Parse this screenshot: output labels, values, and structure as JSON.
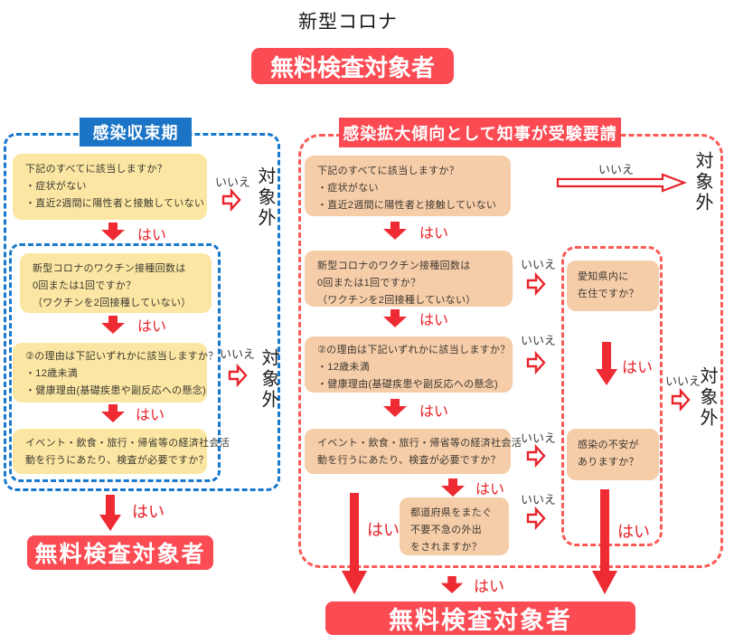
{
  "page": {
    "title": "新型コロナ",
    "banner": "無料検査対象者"
  },
  "labels": {
    "yes": "はい",
    "no": "いいえ",
    "excluded": "対象外"
  },
  "left": {
    "header": "感染収束期",
    "q1": {
      "lines": [
        "下記のすべてに該当しますか？",
        "・症状がない",
        "・直近2週間に陽性者と接触していない"
      ]
    },
    "q2": {
      "lines": [
        "新型コロナのワクチン接種回数は",
        "0回または1回ですか？",
        "（ワクチンを2回接種していない）"
      ]
    },
    "q3": {
      "lines": [
        "②の理由は下記いずれかに該当しますか？",
        "・12歳未満",
        "・健康理由(基礎疾患や副反応への懸念)"
      ]
    },
    "q4": {
      "lines": [
        "イベント・飲食・旅行・帰省等の経済社会活",
        "動を行うにあたり、検査が必要ですか？"
      ]
    },
    "result": "無料検査対象者"
  },
  "right": {
    "header": "感染拡大傾向として知事が受験要請",
    "q1": {
      "lines": [
        "下記のすべてに該当しますか？",
        "・症状がない",
        "・直近2週間に陽性者と接触していない"
      ]
    },
    "q2": {
      "lines": [
        "新型コロナのワクチン接種回数は",
        "0回または1回ですか？",
        "（ワクチンを2回接種していない）"
      ]
    },
    "q3": {
      "lines": [
        "②の理由は下記いずれかに該当しますか？",
        "・12歳未満",
        "・健康理由(基礎疾患や副反応への懸念)"
      ]
    },
    "q4": {
      "lines": [
        "イベント・飲食・旅行・帰省等の経済社会活",
        "動を行うにあたり、検査が必要ですか？"
      ]
    },
    "q5": {
      "lines": [
        "都道府県をまたぐ",
        "不要不急の外出",
        "をされますか？"
      ]
    },
    "qa": {
      "lines": [
        "愛知県内に",
        "在住ですか？"
      ]
    },
    "qb": {
      "lines": [
        "感染の不安が",
        "ありますか？"
      ]
    },
    "result": "無料検査対象者"
  },
  "colors": {
    "accent_red": "#fb4b53",
    "accent_blue": "#1b74c5",
    "dashed_blue": "#1878cc",
    "dashed_red": "#fb5b55",
    "arrow_red": "#ee2b33",
    "box_yellow": "#fbe7a3",
    "box_peach": "#f6cda9"
  }
}
